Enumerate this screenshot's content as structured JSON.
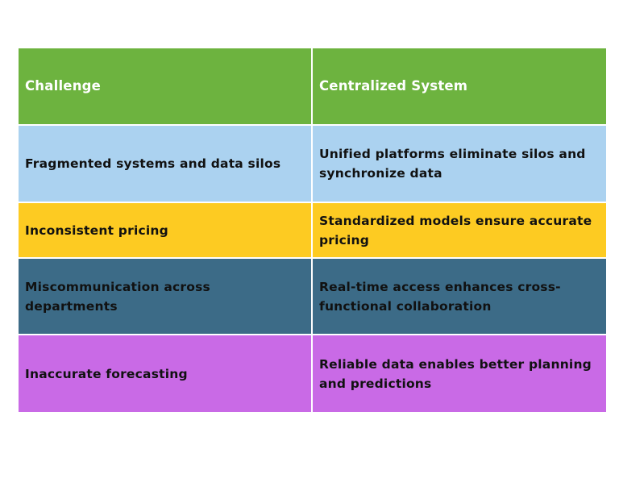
{
  "table": {
    "header": {
      "cells": [
        "Challenge",
        "Centralized System"
      ],
      "color": "#6db33f"
    },
    "rows": [
      {
        "cells": [
          "Fragmented systems and data silos",
          "Unified platforms eliminate silos and synchronize data"
        ],
        "color": "#abd2f0",
        "height": 94
      },
      {
        "cells": [
          "Inconsistent pricing",
          "Standardized models ensure accurate pricing"
        ],
        "color": "#fdcb22",
        "height": 67
      },
      {
        "cells": [
          "Miscommunication across departments",
          "Real-time access enhances cross-functional collaboration"
        ],
        "color": "#3c6b87",
        "height": 93
      },
      {
        "cells": [
          "Inaccurate forecasting",
          "Reliable data enables better planning and predictions"
        ],
        "color": "#c96ae6",
        "height": 95
      }
    ]
  }
}
